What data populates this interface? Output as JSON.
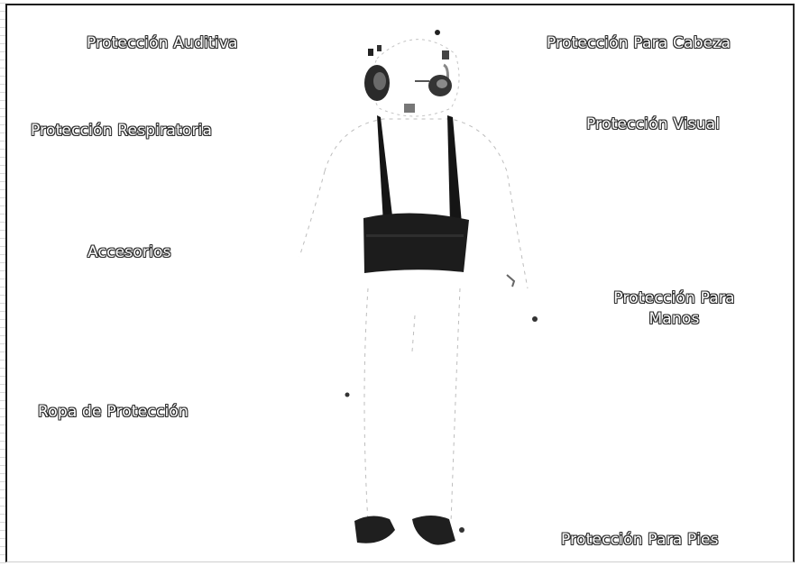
{
  "diagram": {
    "labels": {
      "auditiva": "Protección Auditiva",
      "cabeza": "Protección Para Cabeza",
      "respiratoria": "Protección Respiratoria",
      "visual": "Protección Visual",
      "accesorios": "Accesorios",
      "manos_line1": "Protección Para",
      "manos_line2": "Manos",
      "ropa": "Ropa de Protección",
      "pies": "Protección Para Pies"
    },
    "figure": {
      "suspender_color": "#151515",
      "belt_color": "#1c1c1c",
      "boot_color": "#1f1f1f",
      "outline_color": "#b8b8b8"
    }
  }
}
